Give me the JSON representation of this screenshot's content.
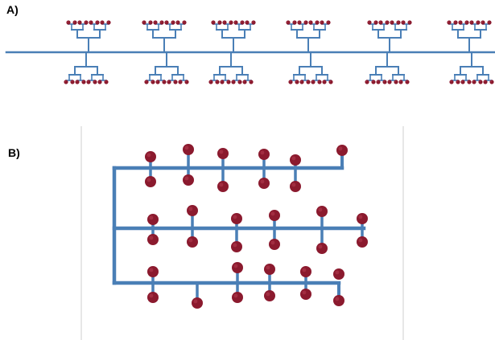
{
  "panels": [
    {
      "id": "A",
      "label": "A)"
    },
    {
      "id": "B",
      "label": "B)"
    }
  ],
  "colors": {
    "backbone": "#4a7fb6",
    "backbone_dark": "#3e6a99",
    "bead": "#8b1a2e",
    "bead_highlight": "#b33a4e",
    "frame_line": "#cfcfcf"
  }
}
